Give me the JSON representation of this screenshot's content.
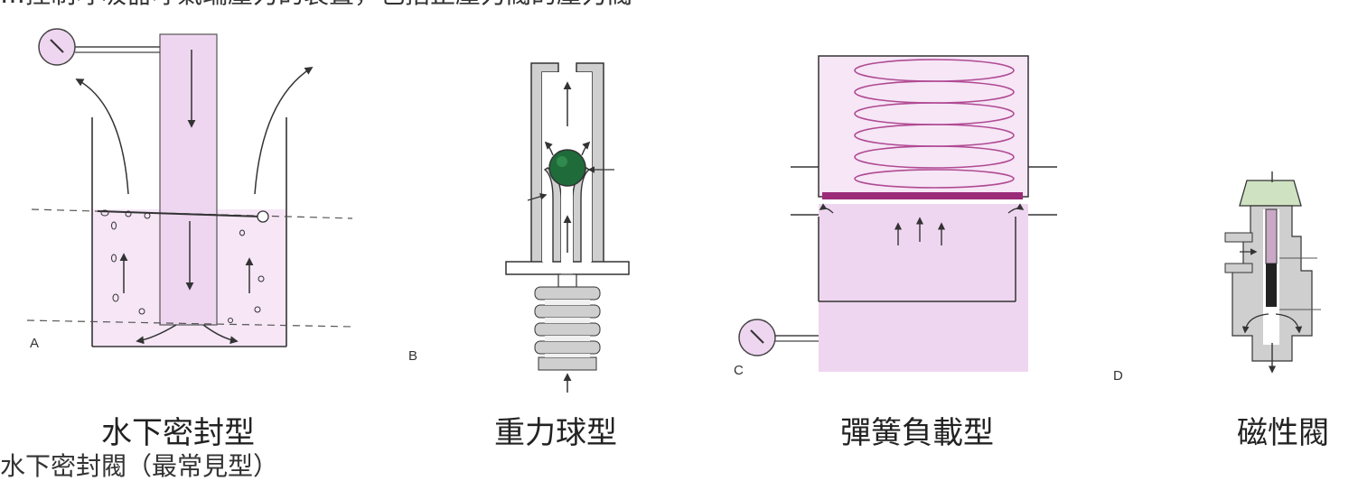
{
  "header_fragment": "…控制呼吸器呼氣端壓力的裝置，包括正壓力閥的壓力閥",
  "footer_fragment": "水下密封閥（最常見型）",
  "panels": [
    {
      "letter": "A",
      "caption": "水下密封型"
    },
    {
      "letter": "B",
      "caption": "重力球型"
    },
    {
      "letter": "C",
      "caption": "彈簧負載型"
    },
    {
      "letter": "D",
      "caption": "磁性閥"
    }
  ],
  "colors": {
    "pink_fill": "#efd6f0",
    "pink_light": "#f6e6f6",
    "magenta_bar": "#9b2b78",
    "gray_wall": "#cfcfcf",
    "green_ball": "#1f6b3a",
    "green_cap": "#cfe3c2",
    "stroke": "#333333"
  }
}
